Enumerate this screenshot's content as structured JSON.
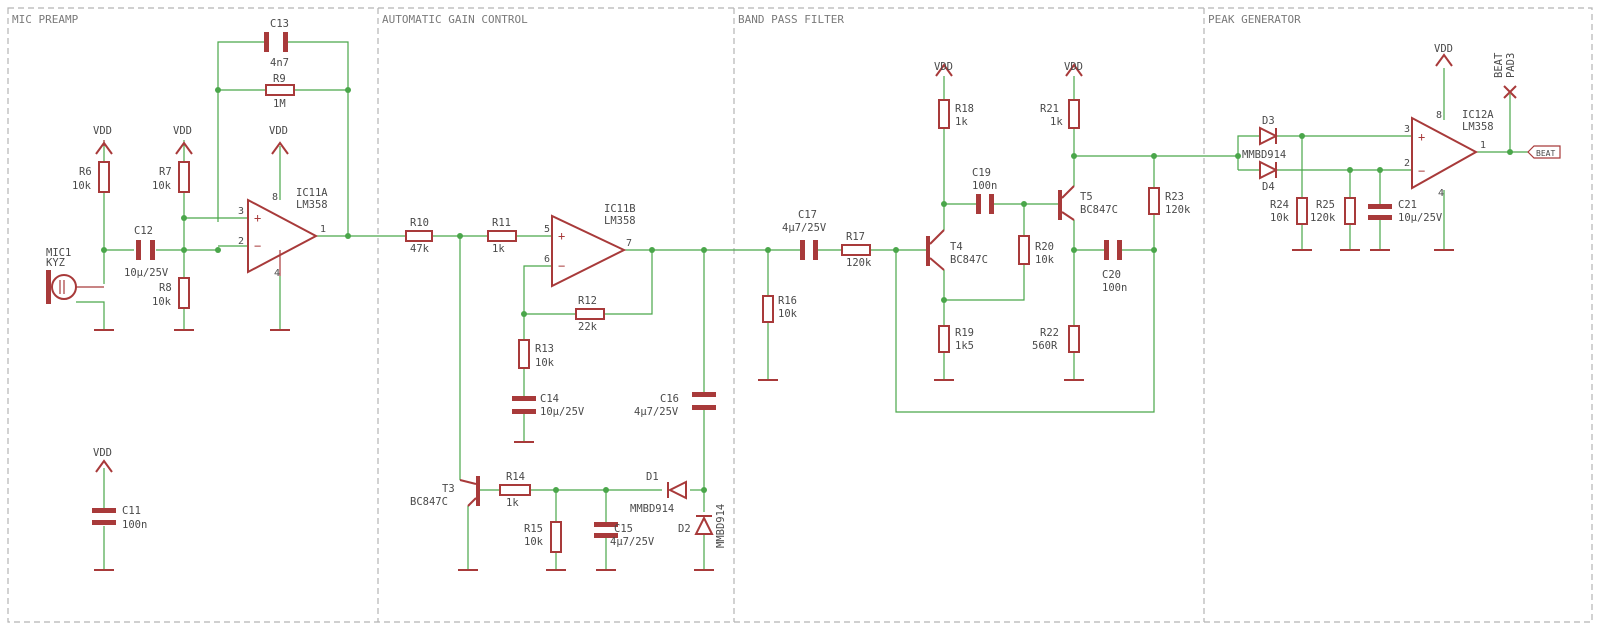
{
  "sections": {
    "mic_preamp": "MIC PREAMP",
    "agc": "AUTOMATIC GAIN CONTROL",
    "bpf": "BAND PASS FILTER",
    "peak": "PEAK GENERATOR"
  },
  "supply": "VDD",
  "labels": {
    "c13": "C13",
    "c13_val": "4n7",
    "r9": "R9",
    "r9_val": "1M",
    "ic11a": "IC11A",
    "ic11a_type": "LM358",
    "r6": "R6",
    "r6_val": "10k",
    "r7": "R7",
    "r7_val": "10k",
    "r8": "R8",
    "r8_val": "10k",
    "c12": "C12",
    "c12_val": "10µ/25V",
    "mic1": "MIC1",
    "mic1_val": "KYZ",
    "c11": "C11",
    "c11_val": "100n",
    "r10": "R10",
    "r10_val": "47k",
    "r11": "R11",
    "r11_val": "1k",
    "ic11b": "IC11B",
    "ic11b_type": "LM358",
    "r12": "R12",
    "r12_val": "22k",
    "r13": "R13",
    "r13_val": "10k",
    "c14": "C14",
    "c14_val": "10µ/25V",
    "c16": "C16",
    "c16_val": "4µ7/25V",
    "t3": "T3",
    "t3_val": "BC847C",
    "r14": "R14",
    "r14_val": "1k",
    "d1": "D1",
    "d1_val": "MMBD914",
    "r15": "R15",
    "r15_val": "10k",
    "c15": "C15",
    "c15_val": "4µ7/25V",
    "d2": "D2",
    "d2_val": "MMBD914",
    "c17": "C17",
    "c17_val": "4µ7/25V",
    "r17": "R17",
    "r17_val": "120k",
    "r16": "R16",
    "r16_val": "10k",
    "r18": "R18",
    "r18_val": "1k",
    "c19": "C19",
    "c19_val": "100n",
    "t4": "T4",
    "t4_val": "BC847C",
    "r20": "R20",
    "r20_val": "10k",
    "r19": "R19",
    "r19_val": "1k5",
    "r21": "R21",
    "r21_val": "1k",
    "t5": "T5",
    "t5_val": "BC847C",
    "r23": "R23",
    "r23_val": "120k",
    "c20": "C20",
    "c20_val": "100n",
    "r22": "R22",
    "r22_val": "560R",
    "d3": "D3",
    "d3_val": "MMBD914",
    "d4": "D4",
    "r24": "R24",
    "r24_val": "10k",
    "r25": "R25",
    "r25_val": "120k",
    "c21": "C21",
    "c21_val": "10µ/25V",
    "ic12a": "IC12A",
    "ic12a_type": "LM358",
    "beat": "BEAT",
    "pad3": "PAD3",
    "beat_flag": "BEAT"
  }
}
